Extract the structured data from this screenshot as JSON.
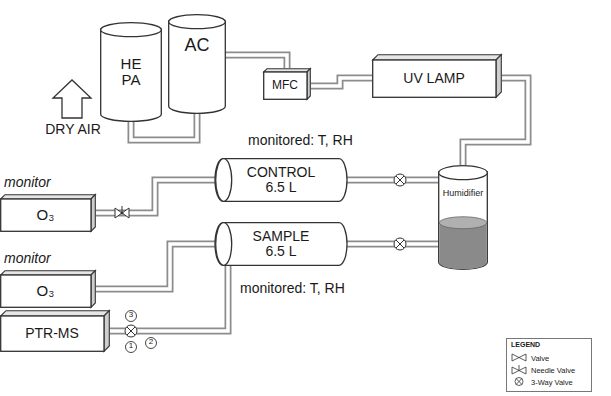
{
  "diagram": {
    "nodes": [
      {
        "text": [
          "HE PA"
        ]
      },
      {
        "text": [
          "AC"
        ]
      },
      {
        "text": [
          "MFC"
        ]
      },
      {
        "text": [
          "UV LAMP"
        ]
      },
      {
        "text": [
          "monitor",
          "O₃"
        ]
      },
      {
        "text": [
          "CONTROL",
          "6.5 L"
        ]
      },
      {
        "text": [
          "Humidifier"
        ]
      },
      {
        "text": [
          "monitor",
          "O₃"
        ]
      },
      {
        "text": [
          "SAMPLE",
          "6.5 L"
        ]
      },
      {
        "text": [
          "PTR-MS"
        ]
      }
    ],
    "edges": [
      {
        "from": 0,
        "to": 1,
        "arrow": "none"
      },
      {
        "from": 1,
        "to": 2,
        "arrow": "none"
      },
      {
        "from": 2,
        "to": 3,
        "arrow": "none"
      },
      {
        "from": 3,
        "to": 6,
        "arrow": "none"
      },
      {
        "from": 6,
        "to": 5,
        "arrow": "none"
      },
      {
        "from": 6,
        "to": 8,
        "arrow": "none"
      },
      {
        "from": 5,
        "to": 4,
        "arrow": "none"
      },
      {
        "from": 8,
        "to": 7,
        "arrow": "none"
      },
      {
        "from": 8,
        "to": 9,
        "arrow": "none"
      }
    ],
    "labels": [
      "DRY AIR",
      "monitored: T, RH",
      "monitored: T, RH",
      "3",
      "2",
      "1",
      "LEGEND"
    ],
    "legend": [
      {
        "text": "Valve"
      },
      {
        "text": "Needle Valve"
      },
      {
        "text": "3-Way Valve"
      }
    ]
  }
}
